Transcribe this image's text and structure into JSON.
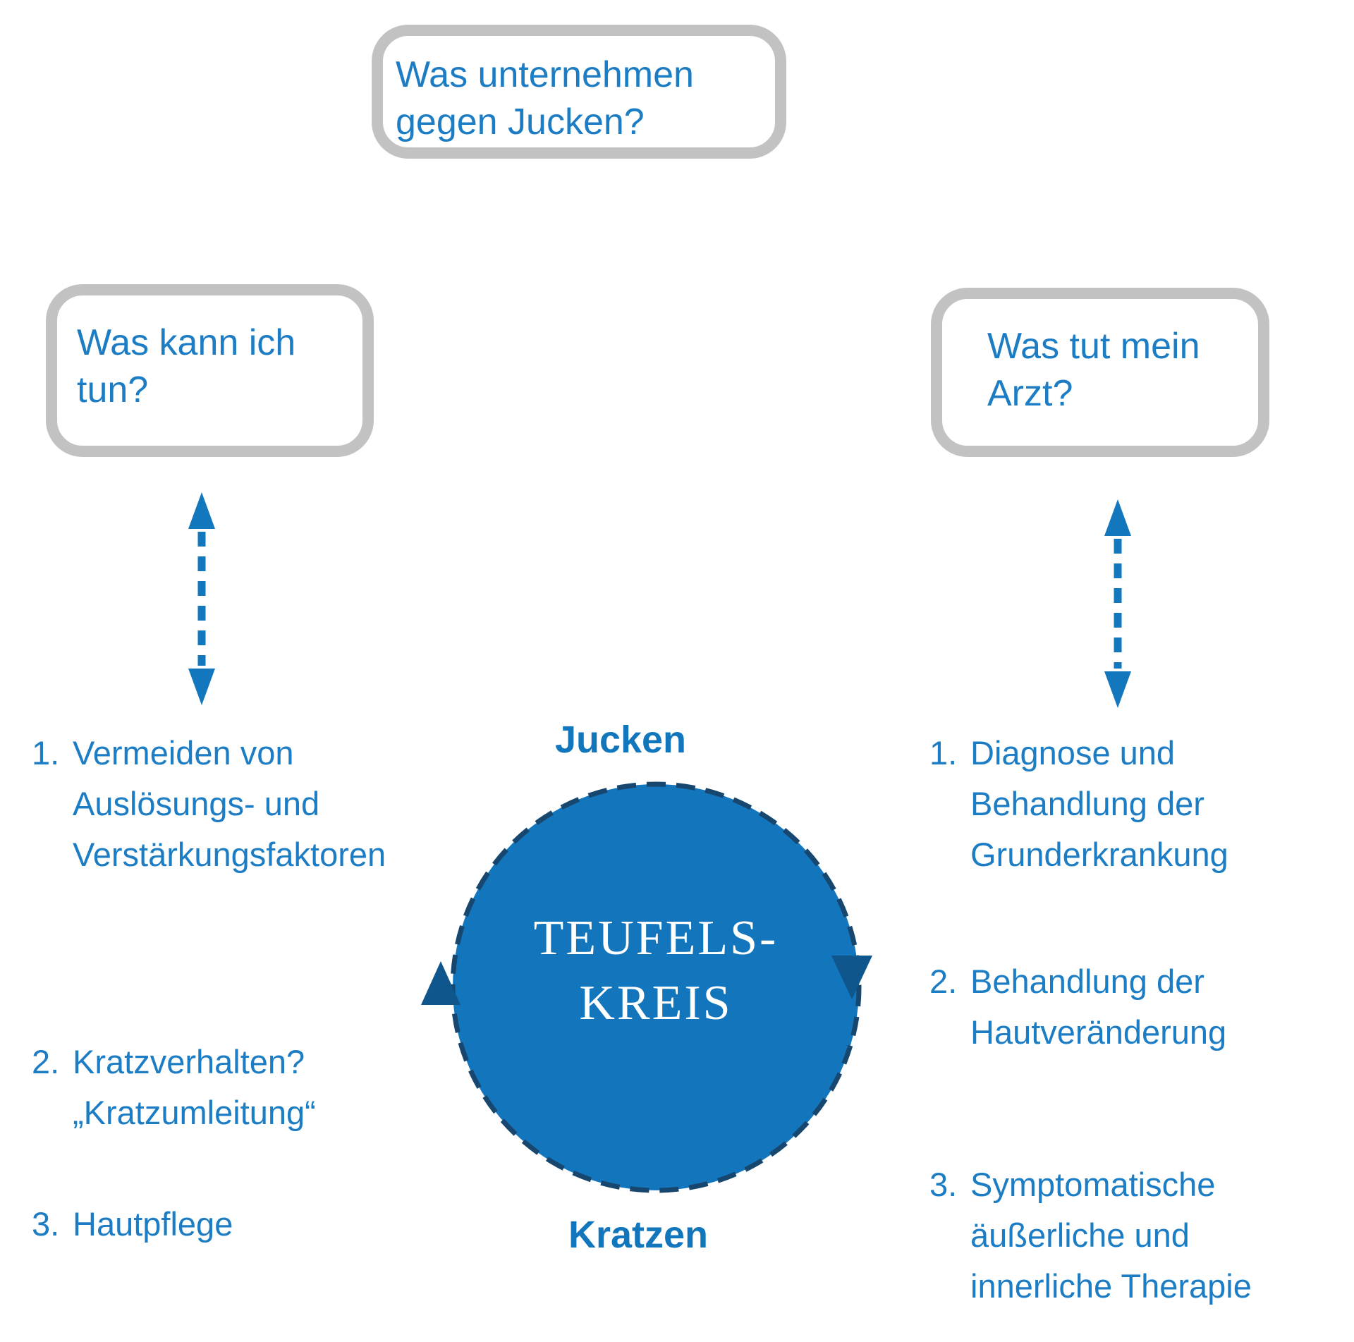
{
  "palette": {
    "text_blue": "#1d7dc4",
    "label_blue": "#1276bd",
    "circle_fill": "#1376bd",
    "circle_border": "#17476e",
    "arrow_blue": "#1377be",
    "cycle_arrow": "#0e568c",
    "box_border_gray": "#c2c2c2"
  },
  "boxes": {
    "top": {
      "text": "Was unternehmen\ngegen Jucken?"
    },
    "left": {
      "text": "Was kann ich\ntun?"
    },
    "right": {
      "text": "Was tut mein\nArzt?"
    }
  },
  "cycle": {
    "title": "TEUFELS-\nKREIS",
    "top_label": "Jucken",
    "bottom_label": "Kratzen"
  },
  "left_list": {
    "items": [
      {
        "number": "1.",
        "text": "Vermeiden von\nAuslösungs- und\nVerstärkungsfaktoren"
      },
      {
        "number": "2.",
        "text": "Kratzverhalten?\n„Kratzumleitung“"
      },
      {
        "number": "3.",
        "text": "Hautpflege"
      }
    ]
  },
  "right_list": {
    "items": [
      {
        "number": "1.",
        "text": "Diagnose und\nBehandlung der\nGrunderkrankung"
      },
      {
        "number": "2.",
        "text": "Behandlung der\nHautveränderung"
      },
      {
        "number": "3.",
        "text": "Symptomatische\näußerliche und\ninnerliche Therapie"
      }
    ]
  }
}
